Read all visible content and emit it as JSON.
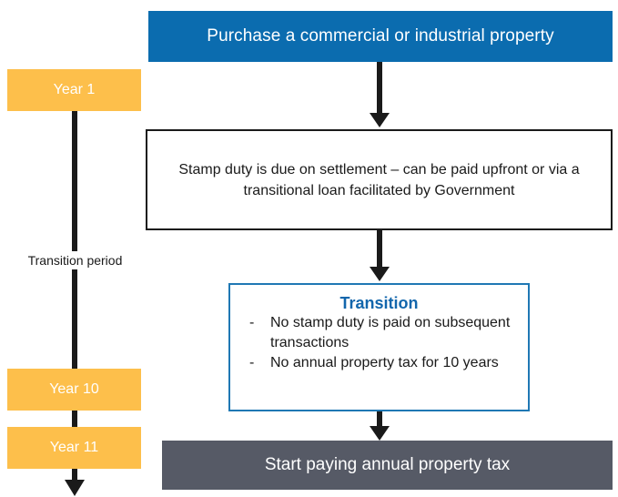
{
  "diagram": {
    "title": "Commercial and industrial property tax transition flow",
    "colors": {
      "blue": "#0B6CAF",
      "orange": "#FDBF4B",
      "grey": "#565A66",
      "transition_border": "#1F78B4",
      "transition_title": "#1266AC",
      "arrow": "#1a1a1a"
    }
  },
  "header": {
    "label": "Purchase a commercial or industrial property"
  },
  "timeline": {
    "period_label": "Transition period",
    "markers": [
      {
        "label": "Year 1"
      },
      {
        "label": "Year 10"
      },
      {
        "label": "Year 11"
      }
    ]
  },
  "steps": {
    "stamp_duty": {
      "label": "Stamp duty is due on settlement – can be paid upfront or via a transitional loan facilitated by Government"
    },
    "transition": {
      "title": "Transition",
      "bullet_marker": "-",
      "bullets": [
        "No stamp duty is paid on subsequent transactions",
        "No annual property tax for 10 years"
      ]
    },
    "footer": {
      "label": "Start paying annual property tax"
    }
  }
}
